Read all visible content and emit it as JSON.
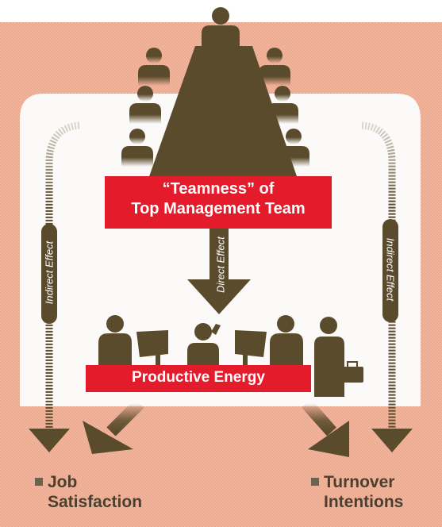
{
  "diagram": {
    "top_box": {
      "line1": "“Teamness” of",
      "line2": "Top Management Team"
    },
    "bottom_box": {
      "label": "Productive Energy"
    },
    "edges": {
      "direct": "Direct Effect",
      "indirect_left": "Indirect Effect",
      "indirect_right": "Indirect Effect"
    },
    "outcomes": {
      "left_line1": "Job",
      "left_line2": "Satisfaction",
      "right_line1": "Turnover",
      "right_line2": "Intentions"
    }
  },
  "colors": {
    "background": "#f3b59c",
    "panel": "#fbfaf8",
    "red_box": "#e31b2b",
    "brown": "#5b4b2d",
    "text_dark": "#4b4030",
    "white": "#ffffff"
  },
  "icons": [
    "person-icon",
    "computer-monitor-icon",
    "briefcase-icon",
    "conference-table-icon",
    "arrow-down-icon"
  ]
}
